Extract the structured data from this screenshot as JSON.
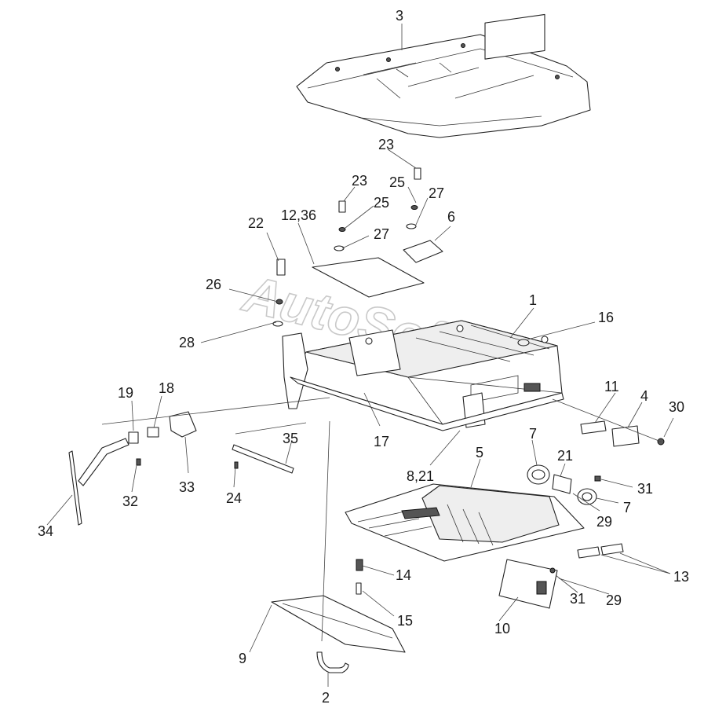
{
  "watermark": "AutoSoft",
  "callouts": [
    "3",
    "23",
    "23",
    "25",
    "25",
    "27",
    "27",
    "22",
    "12,36",
    "6",
    "26",
    "28",
    "1",
    "16",
    "19",
    "18",
    "11",
    "4",
    "30",
    "17",
    "35",
    "7",
    "21",
    "31",
    "33",
    "24",
    "8,21",
    "5",
    "32",
    "29",
    "7",
    "34",
    "14",
    "13",
    "31",
    "29",
    "15",
    "10",
    "9",
    "2"
  ]
}
